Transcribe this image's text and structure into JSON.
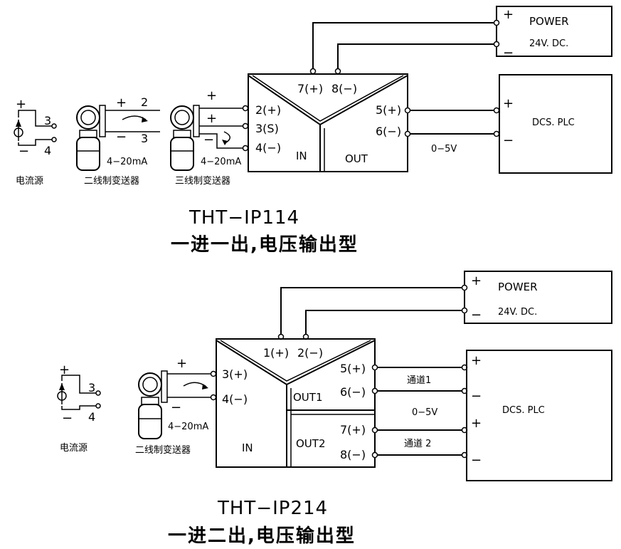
{
  "diagram1": {
    "power": {
      "title": "POWER",
      "voltage": "24V. DC.",
      "plus": "+",
      "minus": "−"
    },
    "dcs": {
      "title": "DCS. PLC",
      "plus": "+",
      "minus": "−"
    },
    "terminals": {
      "t7": "7(+)",
      "t8": "8(−)",
      "t2": "2(+)",
      "t3": "3(S)",
      "t4": "4(−)",
      "t5": "5(+)",
      "t6": "6(−)"
    },
    "in_label": "IN",
    "out_label": "OUT",
    "range": "0−5V",
    "current_source": {
      "plus": "+",
      "minus": "−",
      "n3": "3",
      "n4": "4",
      "caption": "电流源"
    },
    "two_wire": {
      "plus": "+",
      "minus": "−",
      "n2": "2",
      "n3": "3",
      "range": "4−20mA",
      "caption": "二线制变送器"
    },
    "three_wire": {
      "plus1": "+",
      "plus2": "+",
      "minus": "−",
      "range": "4−20mA",
      "caption": "三线制变送器"
    },
    "model": "THT−IP114",
    "desc": "一进一出,电压输出型"
  },
  "diagram2": {
    "power": {
      "title": "POWER",
      "voltage": "24V. DC.",
      "plus": "+",
      "minus": "−"
    },
    "dcs": {
      "title": "DCS. PLC",
      "plus1": "+",
      "minus1": "−",
      "plus2": "+",
      "minus2": "−"
    },
    "terminals": {
      "t1": "1(+)",
      "t2": "2(−)",
      "t3": "3(+)",
      "t4": "4(−)",
      "t5": "5(+)",
      "t6": "6(−)",
      "t7": "7(+)",
      "t8": "8(−)"
    },
    "in_label": "IN",
    "out1_label": "OUT1",
    "out2_label": "OUT2",
    "channel1": "通道1",
    "channel2": "通道 2",
    "range": "0−5V",
    "current_source": {
      "plus": "+",
      "minus": "−",
      "n3": "3",
      "n4": "4",
      "caption": "电流源"
    },
    "two_wire": {
      "plus": "+",
      "minus": "−",
      "range": "4−20mA",
      "caption": "二线制变送器"
    },
    "model": "THT−IP214",
    "desc": "一进二出,电压输出型"
  }
}
